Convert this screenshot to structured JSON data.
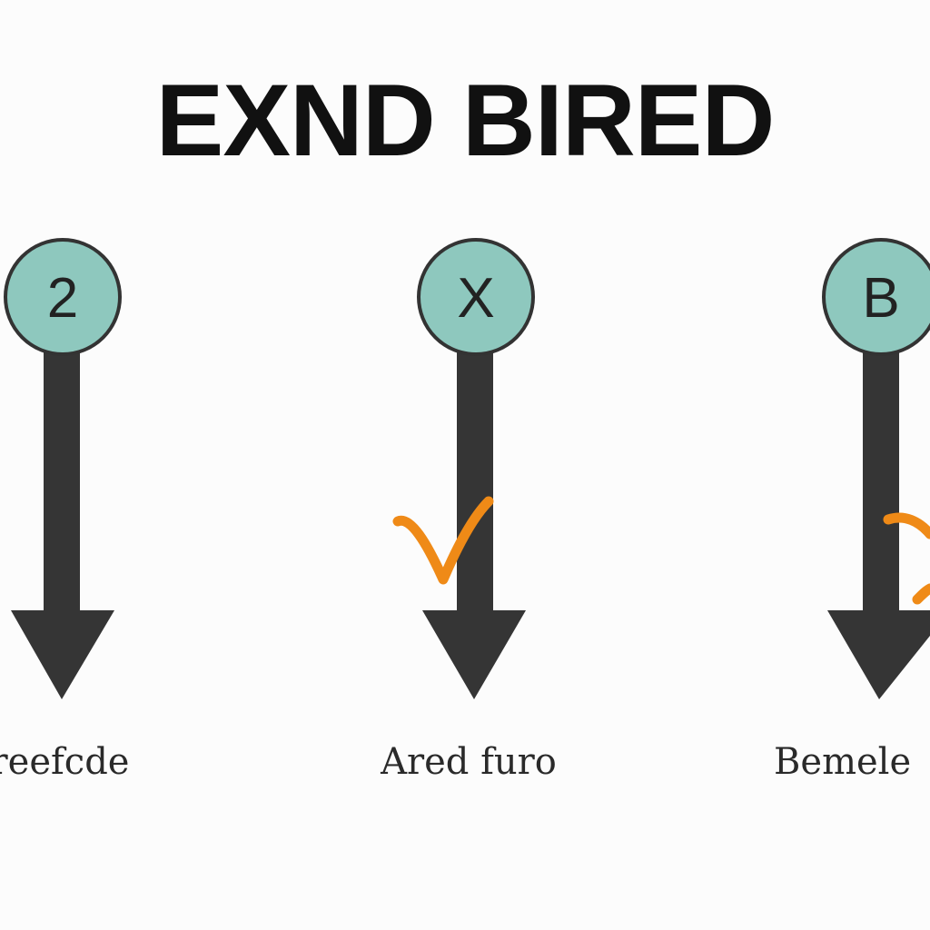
{
  "title": "EXND BIRED",
  "colors": {
    "node_fill": "#8ec8be",
    "node_stroke": "#333333",
    "arrow": "#353535",
    "check_mark": "#ef8a17",
    "text": "#222222",
    "background": "#fcfcfc"
  },
  "steps": [
    {
      "node_label": "2",
      "caption": "reefcde",
      "mark": "none"
    },
    {
      "node_label": "X",
      "caption": "Ared furo",
      "mark": "check-icon"
    },
    {
      "node_label": "B",
      "caption": "Bemele",
      "mark": "partial-check-icon"
    }
  ]
}
